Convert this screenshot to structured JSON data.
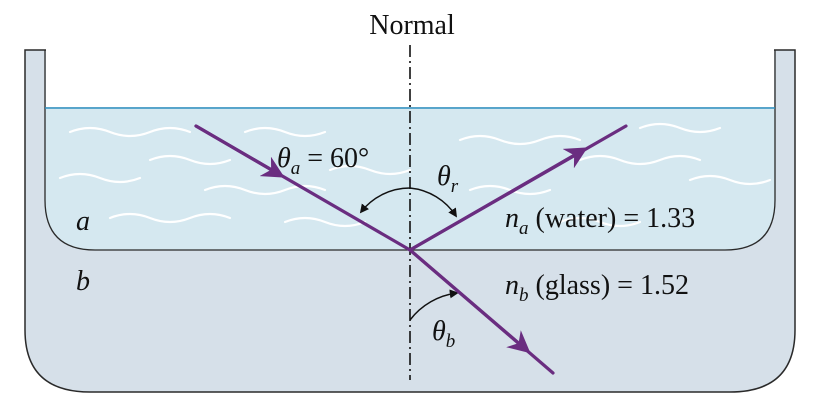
{
  "normal_label": "Normal",
  "angle_a": {
    "symbol": "θ",
    "sub": "a",
    "value": " = 60°"
  },
  "angle_r": {
    "symbol": "θ",
    "sub": "r"
  },
  "angle_b": {
    "symbol": "θ",
    "sub": "b"
  },
  "medium_a": {
    "letter": "a",
    "n": "n",
    "sub": "a",
    "desc": " (water) = 1.33"
  },
  "medium_b": {
    "letter": "b",
    "n": "n",
    "sub": "b",
    "desc": " (glass) = 1.52"
  },
  "colors": {
    "ray": "#6a2d80",
    "water": "#d5e8f0",
    "water_surface": "#2f8fc0",
    "glass": "#d6e0e9",
    "glass_edge": "#2a2a2a",
    "wave": "#ffffff"
  }
}
